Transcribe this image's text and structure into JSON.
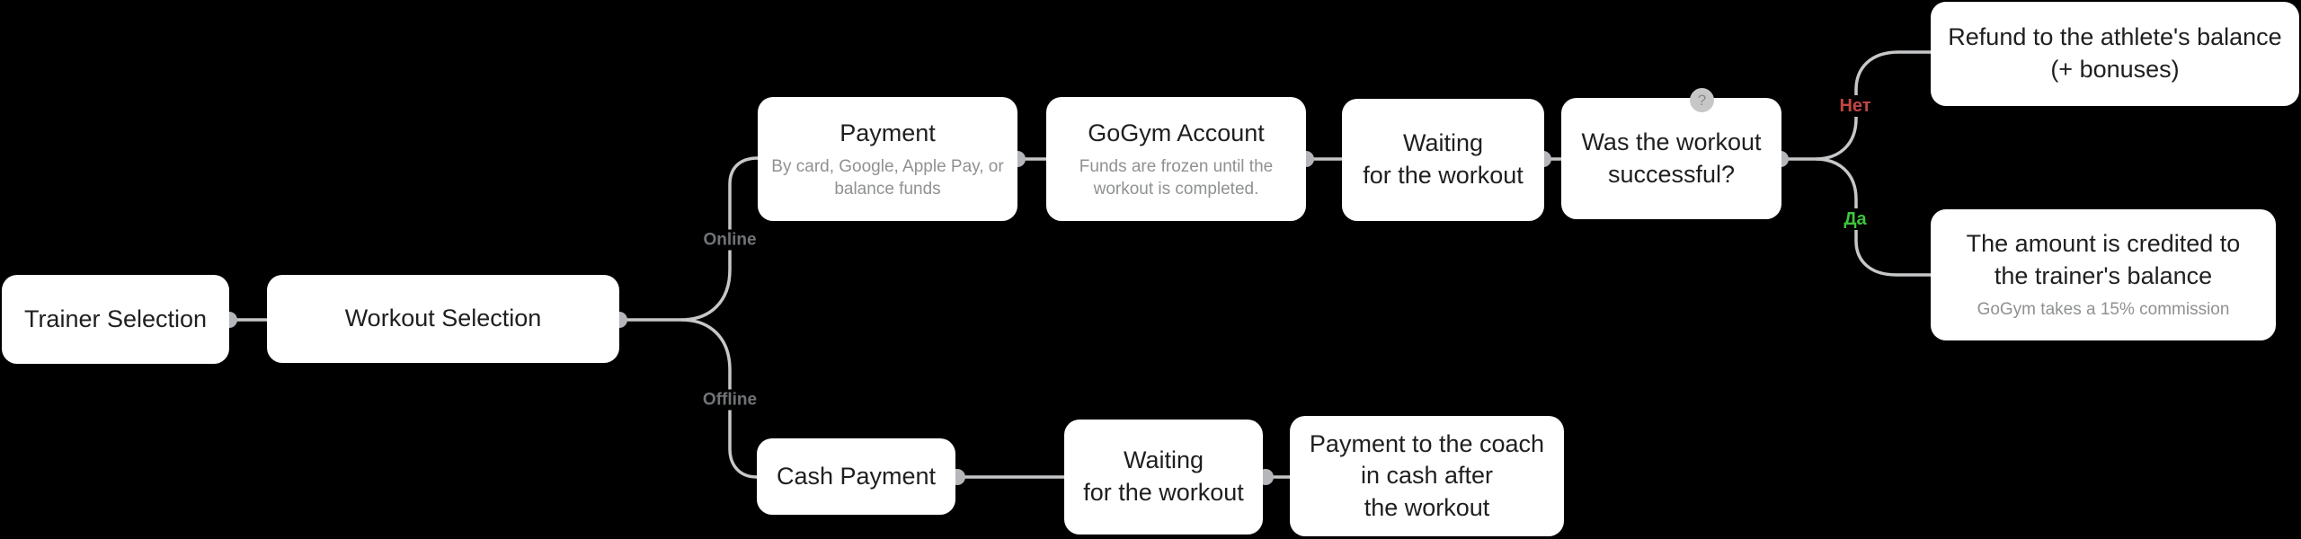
{
  "diagram": {
    "nodes": {
      "trainer": {
        "title": "Trainer Selection"
      },
      "workout": {
        "title": "Workout Selection"
      },
      "payment": {
        "title": "Payment",
        "subtitle": "By card, Google, Apple Pay, or\nbalance funds"
      },
      "gogym": {
        "title": "GoGym Account",
        "subtitle": "Funds are frozen until the\nworkout is completed."
      },
      "waiting_top": {
        "title": "Waiting\nfor the workout"
      },
      "successful": {
        "title": "Was the workout\nsuccessful?",
        "badge": "?"
      },
      "refund": {
        "title": "Refund to the athlete's balance\n(+ bonuses)"
      },
      "credited": {
        "title": "The amount is credited to\nthe trainer's balance",
        "subtitle": "GoGym takes a 15% commission"
      },
      "cash": {
        "title": "Cash Payment"
      },
      "waiting_bottom": {
        "title": "Waiting\nfor the workout"
      },
      "coach": {
        "title": "Payment to the coach\nin cash after\nthe workout"
      }
    },
    "branch_labels": {
      "online": "Online",
      "offline": "Offline",
      "no": "Нет",
      "yes": "Да"
    },
    "colors": {
      "background": "#000000",
      "node_fill": "#ffffff",
      "connector": "#c5c7c9",
      "connector_dot": "#b4b6ba",
      "branch_label_gray": "#717477",
      "no_label_red": "#c24743",
      "yes_label_green": "#3ec43b",
      "title_text": "#1f1f1f",
      "subtitle_text": "#8f9192",
      "badge_bg": "#c7c7c7",
      "badge_fg": "#8a8a8a"
    }
  }
}
